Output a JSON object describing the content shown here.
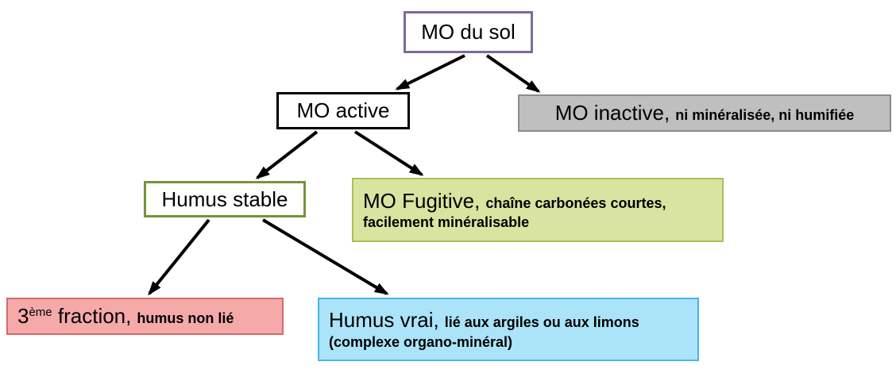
{
  "diagram_title": "MO du sol",
  "nodes": {
    "root": {
      "big": "MO du sol"
    },
    "active": {
      "big": "MO active"
    },
    "inactive": {
      "big": "MO inactive,",
      "small": "ni minéralisée, ni humifiée"
    },
    "stable": {
      "big": "Humus stable"
    },
    "fugitive": {
      "big": "MO Fugitive,",
      "small": "chaîne carbonées courtes,",
      "small2": "facilement minéralisable"
    },
    "fraction": {
      "big_base": "3",
      "big_sup": "ème",
      "big_rest": " fraction,",
      "small": "humus non lié"
    },
    "vrai": {
      "big": "Humus vrai,",
      "small": "lié aux argiles ou aux limons",
      "small2": "(complexe organo-minéral)"
    }
  },
  "edges": [
    {
      "from": "MO du sol",
      "to": "MO active"
    },
    {
      "from": "MO du sol",
      "to": "MO inactive"
    },
    {
      "from": "MO active",
      "to": "Humus stable"
    },
    {
      "from": "MO active",
      "to": "MO Fugitive"
    },
    {
      "from": "Humus stable",
      "to": "3ème fraction"
    },
    {
      "from": "Humus stable",
      "to": "Humus vrai"
    }
  ],
  "colors": {
    "root_border": "#7c6a9c",
    "active_border": "#000000",
    "inactive_fill": "#bfbfbf",
    "inactive_border": "#8c8c8c",
    "stable_border": "#77933c",
    "fugitive_fill": "#d8e4a0",
    "fugitive_border": "#a6c059",
    "fraction_fill": "#f5a9a9",
    "fraction_border": "#d46a6a",
    "vrai_fill": "#abe3f9",
    "vrai_border": "#49b4e2",
    "arrow": "#000000"
  }
}
